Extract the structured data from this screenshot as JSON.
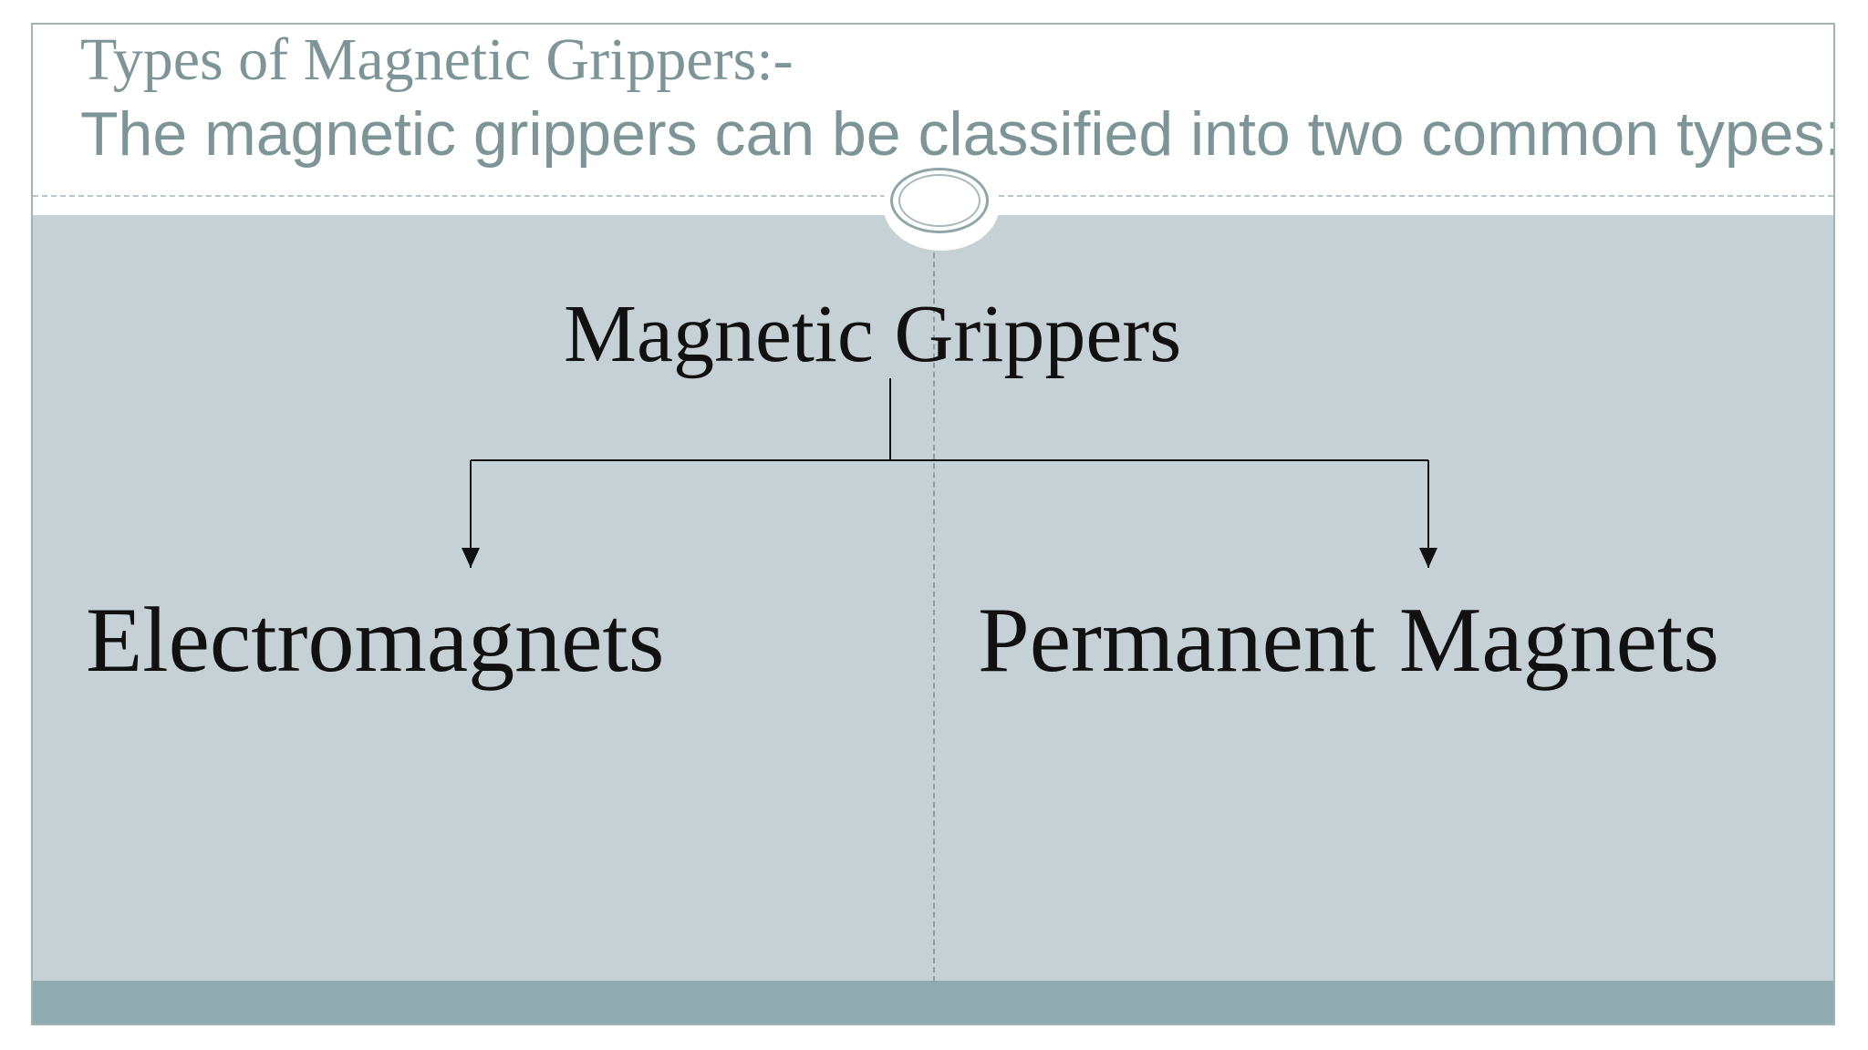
{
  "slide": {
    "title": "Types of Magnetic Grippers:-",
    "subtitle": "The magnetic grippers can be classified into two common types:"
  },
  "diagram": {
    "root": "Magnetic Grippers",
    "children": [
      {
        "label": "Electromagnets"
      },
      {
        "label": "Permanent Magnets"
      }
    ]
  },
  "colors": {
    "title_text": "#7e9597",
    "panel": "#c5d1d5",
    "bottom_bar": "#8fabaf",
    "diagram_text": "#111111"
  }
}
